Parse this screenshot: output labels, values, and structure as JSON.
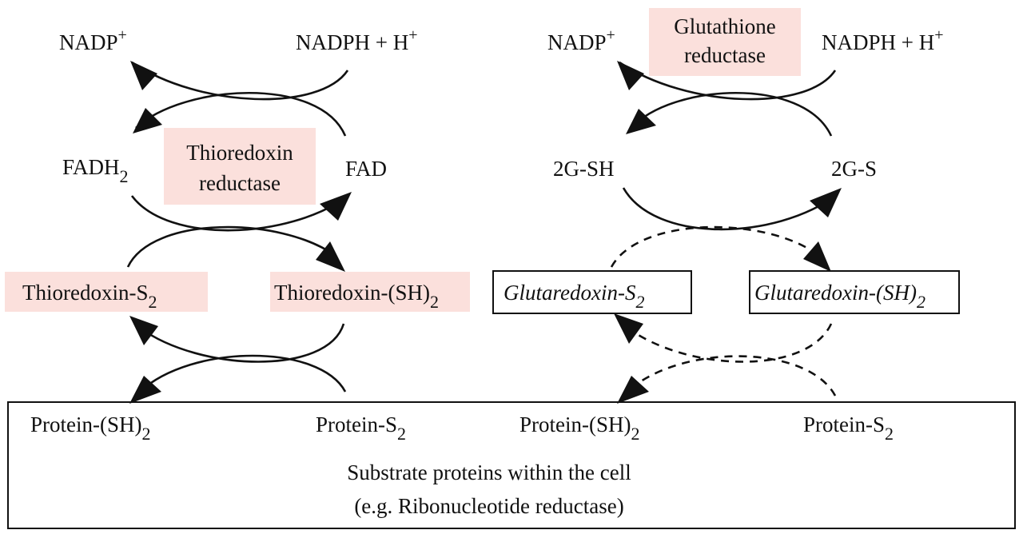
{
  "colors": {
    "highlight": "#fbe0dc",
    "ink": "#111111",
    "background": "#ffffff"
  },
  "left_cycle": {
    "nadp": {
      "text": "NADP",
      "sup": "+"
    },
    "nadph": {
      "text": "NADPH + H",
      "sup": "+"
    },
    "fadh2": {
      "text": "FADH",
      "sub": "2"
    },
    "fad": "FAD",
    "enzyme": {
      "line1": "Thioredoxin",
      "line2": "reductase"
    },
    "trx_s2": {
      "text": "Thioredoxin-S",
      "sub": "2"
    },
    "trx_sh2": {
      "text": "Thioredoxin-(SH)",
      "sub": "2"
    }
  },
  "right_cycle": {
    "nadp": {
      "text": "NADP",
      "sup": "+"
    },
    "nadph": {
      "text": "NADPH + H",
      "sup": "+"
    },
    "enzyme": {
      "line1": "Glutathione",
      "line2": "reductase"
    },
    "gsh": "2G-SH",
    "gs": "2G-S",
    "grx_s2": {
      "text": "Glutaredoxin-S",
      "sub": "2"
    },
    "grx_sh2": {
      "text": "Glutaredoxin-(SH)",
      "sub": "2"
    }
  },
  "substrates": {
    "items": [
      {
        "text": "Protein-(SH)",
        "sub": "2"
      },
      {
        "text": "Protein-S",
        "sub": "2"
      },
      {
        "text": "Protein-(SH)",
        "sub": "2"
      },
      {
        "text": "Protein-S",
        "sub": "2"
      }
    ],
    "caption_line1": "Substrate proteins within the cell",
    "caption_line2": "(e.g. Ribonucleotide reductase)"
  }
}
